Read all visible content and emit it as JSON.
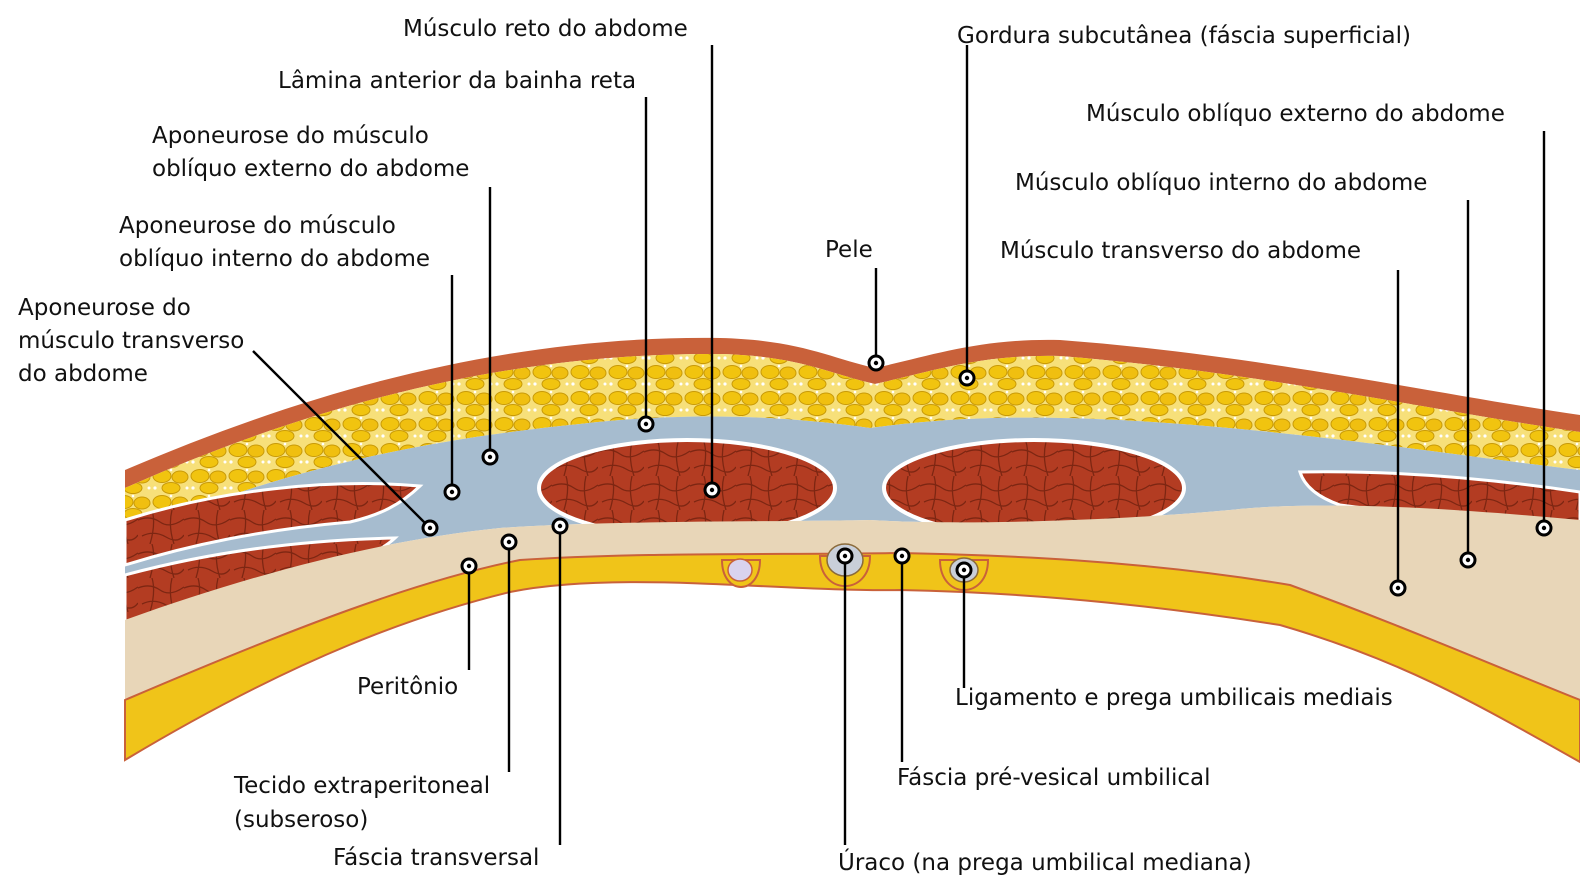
{
  "labels": {
    "rectus_muscle": "Músculo reto do abdome",
    "anterior_lamina": "Lâmina anterior da bainha reta",
    "ext_oblique_aponeurosis_l1": "Aponeurose do músculo",
    "ext_oblique_aponeurosis_l2": "oblíquo externo do abdome",
    "int_oblique_aponeurosis_l1": "Aponeurose do músculo",
    "int_oblique_aponeurosis_l2": "oblíquo interno do abdome",
    "transversus_aponeurosis_l1": "Aponeurose do",
    "transversus_aponeurosis_l2": "músculo transverso",
    "transversus_aponeurosis_l3": "do abdome",
    "skin": "Pele",
    "subcutaneous_fat": "Gordura subcutânea (fáscia superficial)",
    "ext_oblique_muscle": "Músculo oblíquo externo do abdome",
    "int_oblique_muscle": "Músculo oblíquo interno do abdome",
    "transversus_muscle": "Músculo transverso do abdome",
    "peritoneum": "Peritônio",
    "extraperitoneal_l1": "Tecido extraperitoneal",
    "extraperitoneal_l2": "(subseroso)",
    "transversalis_fascia": "Fáscia transversal",
    "medial_umbilical": "Ligamento e prega umbilicais mediais",
    "prevesical_fascia": "Fáscia pré-vesical umbilical",
    "urachus": "Úraco (na prega umbilical mediana)"
  },
  "colors": {
    "skin": "#c9613a",
    "fat": "#f1c40f",
    "fat_light": "#f7e07a",
    "fascia": "#9fb5c8",
    "muscle": "#b13a22",
    "muscle_line": "#7a2410",
    "peritoneum": "#f0c419",
    "background": "#ffffff"
  }
}
